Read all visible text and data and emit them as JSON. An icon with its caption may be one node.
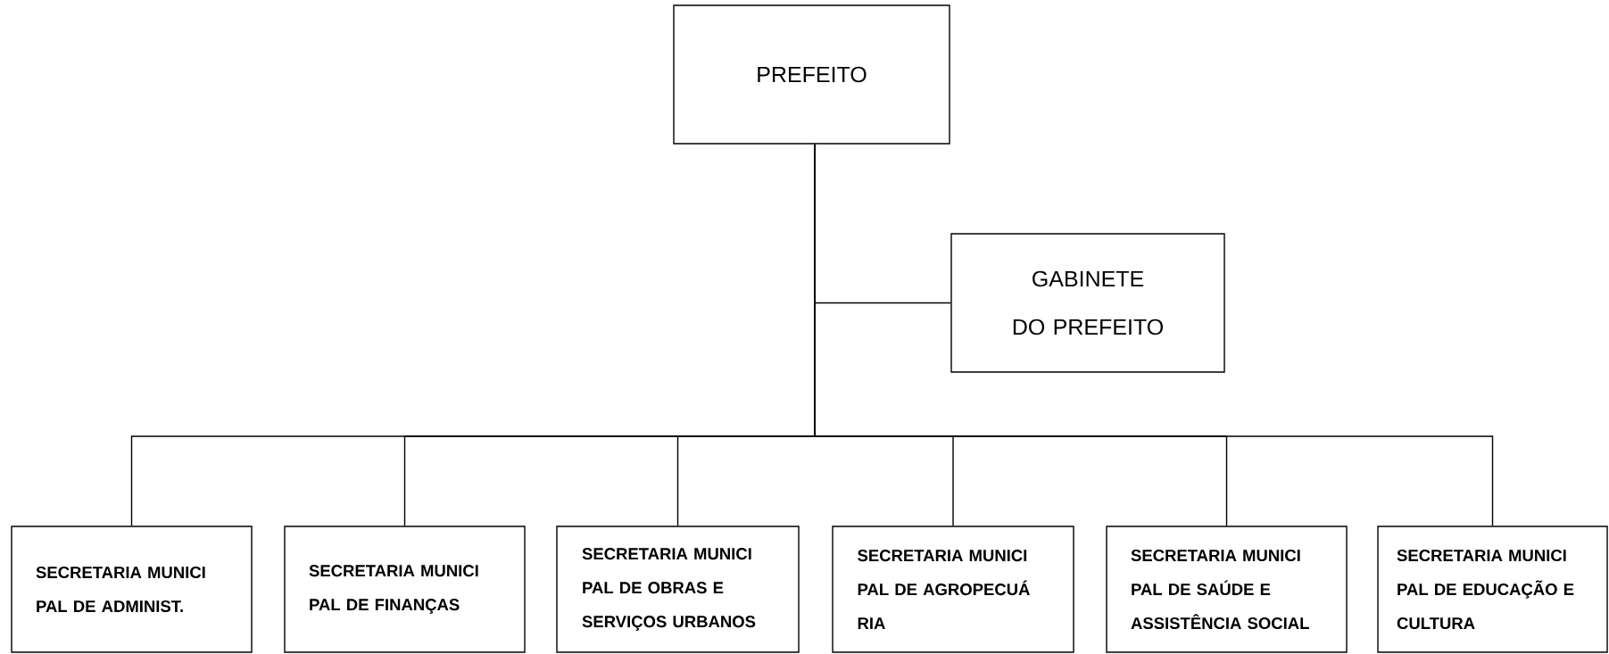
{
  "diagram": {
    "nodes": [
      {
        "text": [
          "PREFEITO"
        ]
      },
      {
        "text": [
          "GABINETE DO PREFEITO"
        ]
      },
      {
        "text": [
          "SECRETARIA MUNICI PAL DE ADMINIST."
        ]
      },
      {
        "text": [
          "SECRETARIA MUNICI PAL DE FINANÇAS"
        ]
      },
      {
        "text": [
          "SECRETARIA MUNICI PAL DE OBRAS E SERVIÇOS URBANOS"
        ]
      },
      {
        "text": [
          "SECRETARIA MUNICI PAL DE AGROPECUÁ RIA"
        ]
      },
      {
        "text": [
          "SECRETARIA MUNICI PAL DE SAÚDE E ASSISTÊNCIA SOCIAL"
        ]
      },
      {
        "text": [
          "SECRETARIA MUNICI PAL DE EDUCAÇÃO E CULTURA"
        ]
      }
    ],
    "edges": [
      {
        "from": 0,
        "to": 1,
        "arrow": "none"
      },
      {
        "from": 0,
        "to": 2,
        "arrow": "none"
      },
      {
        "from": 0,
        "to": 3,
        "arrow": "none"
      },
      {
        "from": 0,
        "to": 4,
        "arrow": "none"
      },
      {
        "from": 0,
        "to": 5,
        "arrow": "none"
      },
      {
        "from": 0,
        "to": 6,
        "arrow": "none"
      },
      {
        "from": 0,
        "to": 7,
        "arrow": "none"
      }
    ]
  }
}
